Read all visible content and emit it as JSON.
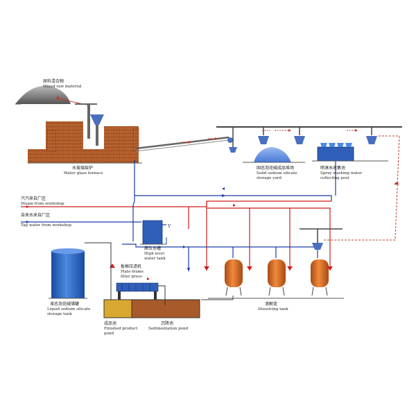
{
  "labels": {
    "mixed_raw_zh": "原料混合物",
    "mixed_raw_en": "Mixed raw material",
    "furnace_zh": "水玻璃窑炉",
    "furnace_en": "Water glass furnace",
    "storage_yard_zh": "固态泡花碱成品堆场",
    "storage_yard_en1": "Solid sodium silicate",
    "storage_yard_en2": "storage yard",
    "spray_pool_zh": "喷淋水收集池",
    "spray_pool_en1": "Spray washing water",
    "spray_pool_en2": "collecting pool",
    "steam_zh": "汽汽来自厂区",
    "steam_en": "Steam from workshop",
    "tap_zh": "自来水来自厂区",
    "tap_en": "Tap water from workshop",
    "high_tank_zh": "高位水槽",
    "high_tank_en1": "High level",
    "high_tank_en2": "water tank",
    "filter_press_zh": "板框压滤机",
    "filter_press_en1": "Plate-frame",
    "filter_press_en2": "filter press",
    "liquid_tank_zh": "液态泡花碱储罐",
    "liquid_tank_en1": "Liquid sodium silicate",
    "liquid_tank_en2": "storage tank",
    "finished_pond_zh": "成品池",
    "finished_pond_en1": "Finished product",
    "finished_pond_en2": "pond",
    "sed_pond_zh": "沉降池",
    "sed_pond_en": "Sedimentation pond",
    "dissolving_zh": "溶解釜",
    "dissolving_en": "Dissolving tank"
  },
  "colors": {
    "steam_line": "#d11a1a",
    "water_line": "#1a3ca8",
    "brick": "#b8622e",
    "tank_orange": "#e0702a",
    "tank_blue": "#2a64c8",
    "equipment_blue": "#2f5fb8",
    "ground": "#555555",
    "pond_liquid": "#d9a830",
    "sed_liquid": "#a85a2a"
  }
}
